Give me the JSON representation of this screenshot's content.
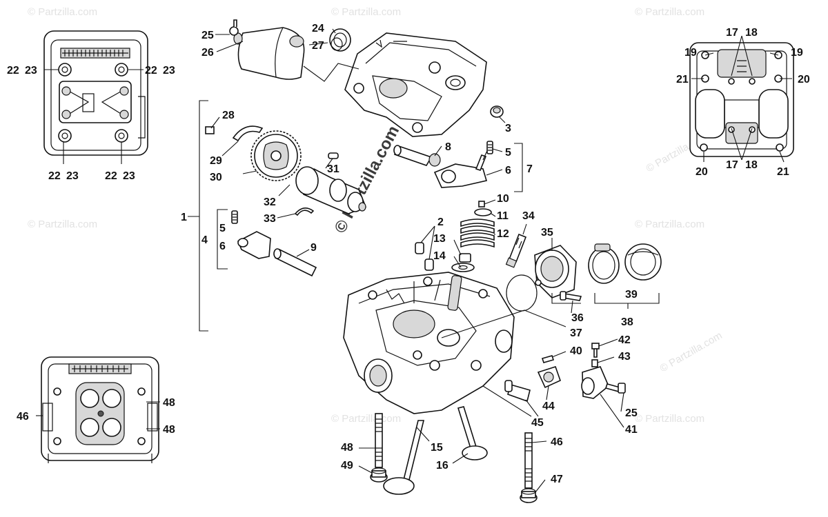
{
  "watermark": {
    "small": "© Partzilla.com",
    "main": "© Partzilla.com"
  },
  "callouts": {
    "c1": "1",
    "c2": "2",
    "c3": "3",
    "c4": "4",
    "c5a": "5",
    "c5b": "5",
    "c6a": "6",
    "c6b": "6",
    "c7": "7",
    "c8": "8",
    "c9": "9",
    "c10": "10",
    "c11": "11",
    "c12": "12",
    "c13": "13",
    "c14": "14",
    "c15": "15",
    "c16": "16",
    "c17a": "17",
    "c18a": "18",
    "c17b": "17",
    "c18b": "18",
    "c19a": "19",
    "c19b": "19",
    "c20a": "20",
    "c20b": "20",
    "c21a": "21",
    "c21b": "21",
    "c22a": "22",
    "c23a": "23",
    "c22b": "22",
    "c23b": "23",
    "c22c": "22",
    "c23c": "23",
    "c22d": "22",
    "c23d": "23",
    "c24": "24",
    "c25a": "25",
    "c25b": "25",
    "c26": "26",
    "c27": "27",
    "c28": "28",
    "c29": "29",
    "c30": "30",
    "c31": "31",
    "c32": "32",
    "c33": "33",
    "c34": "34",
    "c35": "35",
    "c36": "36",
    "c37": "37",
    "c38": "38",
    "c39": "39",
    "c40": "40",
    "c41": "41",
    "c42": "42",
    "c43": "43",
    "c44": "44",
    "c45": "45",
    "c46a": "46",
    "c46b": "46",
    "c47": "47",
    "c48a": "48",
    "c48b": "48",
    "c48c": "48",
    "c49": "49"
  }
}
